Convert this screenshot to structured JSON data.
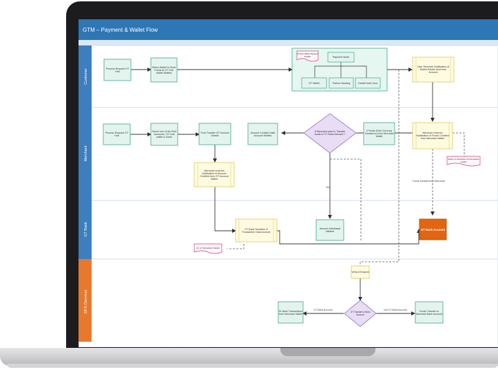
{
  "app": {
    "title": "GTM – Payment & Wallet Flow"
  },
  "lanes": [
    {
      "id": "customer",
      "label": "Customer",
      "color": "#3d7ebf"
    },
    {
      "id": "merchant",
      "label": "Merchant",
      "color": "#3d7ebf"
    },
    {
      "id": "gt-bank",
      "label": "GT Bank",
      "color": "#3d7ebf"
    },
    {
      "id": "dfs",
      "label": "DFS (Service)",
      "color": "#e8782c"
    }
  ],
  "nodes": {
    "c1": "Process Request GT Hub",
    "c2": "Select Wallet to Send Funds at GT Hub Wallet Wallets",
    "c3a": "Review Wallet Request Details",
    "c3b": "Payment Mode",
    "c3c": "GT Wallet",
    "c3d": "Partner Banking",
    "c3e": "Debit/Credit Card",
    "c4": "User Receives Notification of Wallet Details Sent from Account",
    "m1": "Process Request GT Hub",
    "m2": "Select one of the Paid Accounts / GT Hub wallet & Users",
    "m3": "Post Transfer GT Account Details",
    "m4": "Amount Credited Valid Account Wallets",
    "m5": "If Merchant want to Transfer funds to GT Bank Account ?",
    "m6": "If Funds Exist Currency Transferred from Merchant Wallet",
    "m7": "Merchant receives Notification of Funds Credited from Merchant Wallet",
    "m8": "Merchant receives Notification of Amount Credited from GT Account Wallet",
    "note1": "Status of transaction & transaction details",
    "note2": "Funds transferred to Merchant",
    "g1": "GT Bank Transfers & Transaction Data Account",
    "g2": "Amount withdrawal initiated",
    "g3": "GT Bank Account",
    "gnote": "Go to Transaction Details",
    "d1": "Verify at Endpoint",
    "d2": "Dr Bank Transactions from Merchant Wallet",
    "d3": "GT Transfer to Bank Account",
    "d4": "Funds Transfer to Merchant Bank Account",
    "e1": "GT Bank Account",
    "e2": "Not GT Bank Account",
    "yes": "Yes"
  },
  "colors": {
    "title_bar": "#2e76b4",
    "process_fill": "#e3f4ef",
    "process_stroke": "#52ae96",
    "wallet_fill": "#fffbe0",
    "wallet_stroke": "#e2cf6a",
    "decision_fill": "#e9dcf5",
    "decision_stroke": "#9a7cc4",
    "bank_fill": "#e2650f",
    "note_stroke": "#d0407a",
    "line": "#333333"
  }
}
